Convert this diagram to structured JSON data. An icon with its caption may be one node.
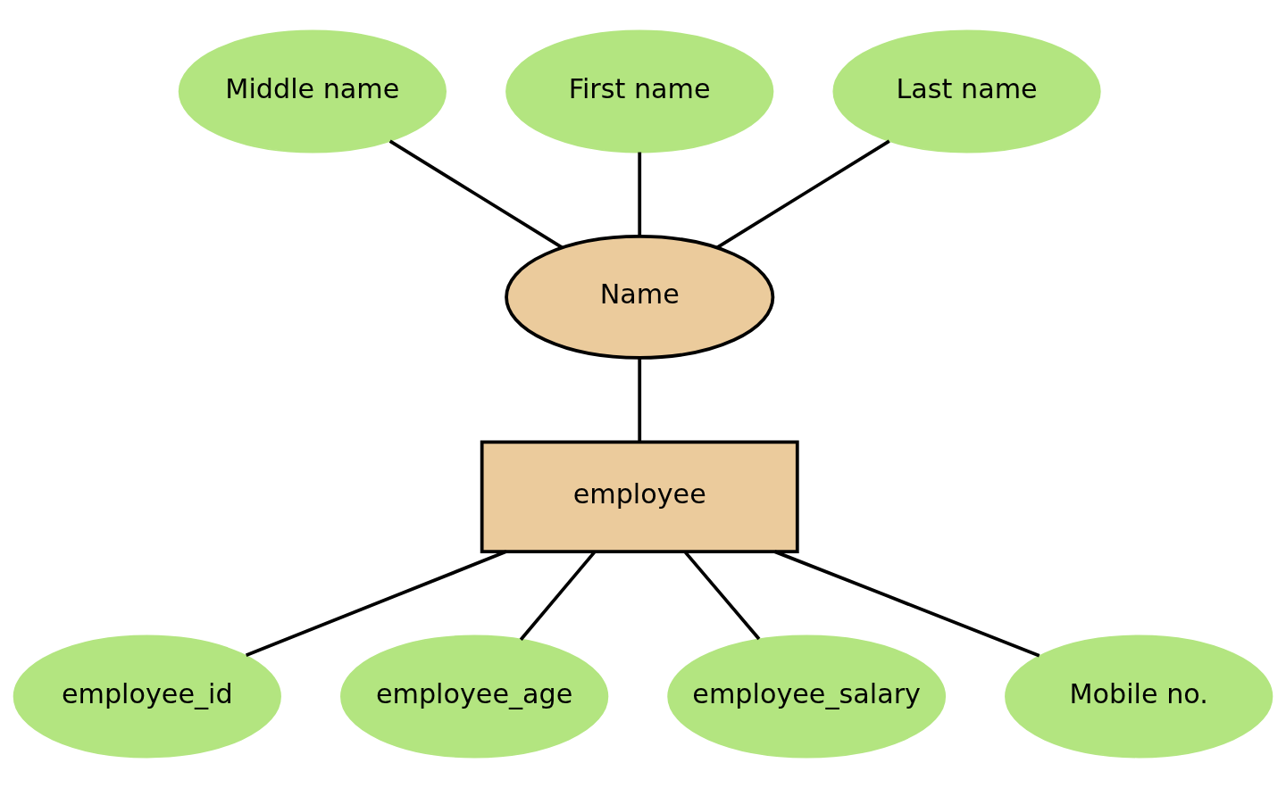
{
  "diagram": {
    "nodes": [
      {
        "text": [
          "Middle name"
        ]
      },
      {
        "text": [
          "First name"
        ]
      },
      {
        "text": [
          "Last name"
        ]
      },
      {
        "text": [
          "employee_id"
        ]
      },
      {
        "text": [
          "Name"
        ]
      },
      {
        "text": [
          "employee_age"
        ]
      },
      {
        "text": [
          "employee"
        ]
      },
      {
        "text": [
          "employee_salary"
        ]
      },
      {
        "text": [
          "Mobile no."
        ]
      }
    ],
    "edges": [
      {
        "from": 1,
        "to": 4,
        "arrow": "none"
      },
      {
        "from": 0,
        "to": 4,
        "arrow": "none"
      },
      {
        "from": 2,
        "to": 4,
        "arrow": "none"
      },
      {
        "from": 4,
        "to": 6,
        "arrow": "none"
      },
      {
        "from": 6,
        "to": 3,
        "arrow": "none"
      },
      {
        "from": 6,
        "to": 5,
        "arrow": "none"
      },
      {
        "from": 6,
        "to": 7,
        "arrow": "none"
      },
      {
        "from": 6,
        "to": 8,
        "arrow": "none"
      }
    ]
  }
}
